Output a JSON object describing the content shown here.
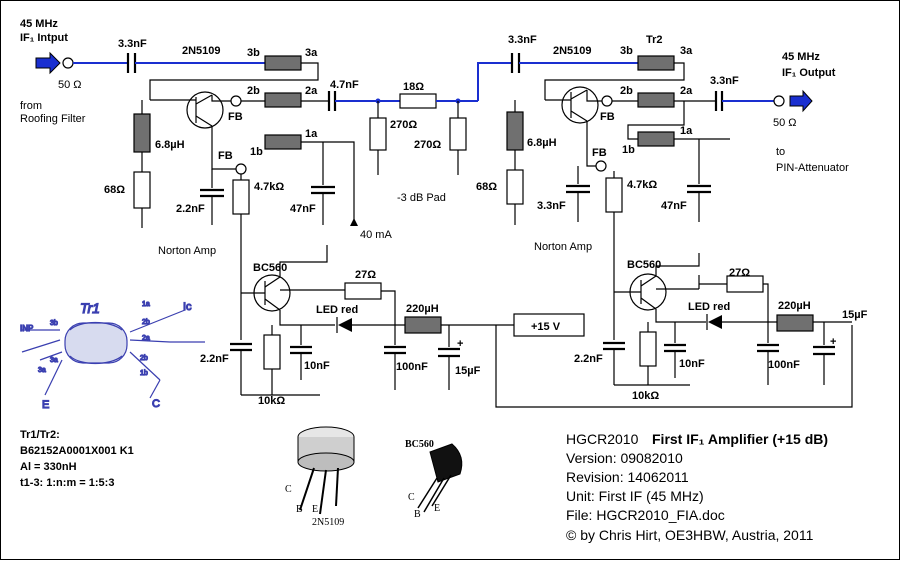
{
  "input": {
    "title": "45 MHz",
    "title2": "IF₁ Intput",
    "impedance": "50 Ω",
    "from1": "from",
    "from2": "Roofing Filter"
  },
  "output": {
    "title": "45 MHz",
    "title2": "IF₁ Output",
    "impedance": "50 Ω",
    "to1": "to",
    "to2": "PIN-Attenuator"
  },
  "stage1": {
    "c_in": "3.3nF",
    "transistor": "2N5109",
    "tap_3b": "3b",
    "tap_3a": "3a",
    "tap_2b": "2b",
    "tap_2a": "2a",
    "tap_1b": "1b",
    "tap_1a": "1a",
    "fb1": "FB",
    "fb2": "FB",
    "l": "6.8µH",
    "r68": "68Ω",
    "c22": "2.2nF",
    "r47k": "4.7kΩ",
    "c47": "47nF",
    "label": "Norton Amp",
    "current": "40 mA",
    "bc560": "BC560",
    "r27": "27Ω",
    "led": "LED red",
    "l220": "220µH",
    "c22b": "2.2nF",
    "c10": "10nF",
    "r10k": "10kΩ",
    "c100": "100nF",
    "c15": "15µF",
    "supply": "+15 V"
  },
  "pad": {
    "c_in": "4.7nF",
    "r18": "18Ω",
    "r270a": "270Ω",
    "r270b": "270Ω",
    "label": "-3 dB Pad"
  },
  "stage2": {
    "c_in": "3.3nF",
    "transistor": "2N5109",
    "tr2": "Tr2",
    "tap_3b": "3b",
    "tap_3a": "3a",
    "tap_2b": "2b",
    "tap_2a": "2a",
    "tap_1b": "1b",
    "tap_1a": "1a",
    "fb1": "FB",
    "fb2": "FB",
    "c_out": "3.3nF",
    "l": "6.8µH",
    "r68": "68Ω",
    "c33": "3.3nF",
    "r47k": "4.7kΩ",
    "c47": "47nF",
    "label": "Norton Amp",
    "bc560": "BC560",
    "r27": "27Ω",
    "led": "LED red",
    "l220": "220µH",
    "c15": "15µF",
    "c22b": "2.2nF",
    "c10": "10nF",
    "c100": "100nF",
    "r10k": "10kΩ"
  },
  "transformer_sketch": {
    "title": "Tr1",
    "ic": "Ic",
    "e": "E",
    "c": "C",
    "inp": "INP",
    "pins": [
      "3b",
      "3a",
      "1a",
      "2a",
      "2b",
      "1b",
      "3a",
      "2b"
    ]
  },
  "tr_notes": {
    "line1": "Tr1/Tr2:",
    "line2": "B62152A0001X001 K1",
    "line3": "Al = 330nH",
    "line4": "t1-3: 1:n:m = 1:5:3"
  },
  "parts": {
    "metal_can": "2N5109",
    "metal_c": "C",
    "metal_b": "B",
    "metal_e": "E",
    "to92": "BC560",
    "to92_c": "C",
    "to92_b": "B",
    "to92_e": "E"
  },
  "title_block": {
    "line1a": "HGCR2010",
    "line1b": "First IF₁ Amplifier (+15 dB)",
    "line2": "Version:  09082010",
    "line3": "Revision: 14062011",
    "line4": "Unit: First IF (45 MHz)",
    "line5": "File: HGCR2010_FIA.doc",
    "line6": "© by Chris Hirt, OE3HBW, Austria, 2011"
  },
  "colors": {
    "signal": "#1a2fd0",
    "component": "#707070"
  }
}
